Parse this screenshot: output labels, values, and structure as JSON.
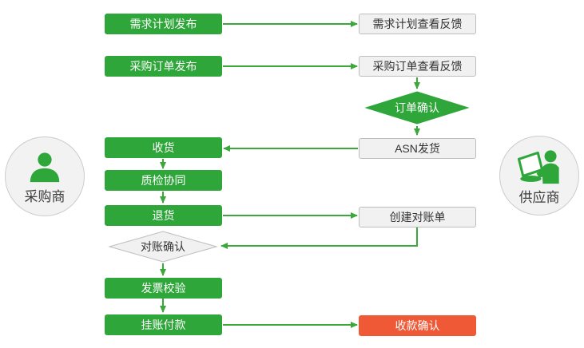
{
  "actors": {
    "buyer": {
      "label": "采购商"
    },
    "supplier": {
      "label": "供应商"
    }
  },
  "nodes": {
    "demand_plan_publish": {
      "label": "需求计划发布",
      "shape": "rect",
      "style": "green"
    },
    "po_publish": {
      "label": "采购订单发布",
      "shape": "rect",
      "style": "green"
    },
    "receive_goods": {
      "label": "收货",
      "shape": "rect",
      "style": "green"
    },
    "quality_inspection": {
      "label": "质检协同",
      "shape": "rect",
      "style": "green"
    },
    "return_goods": {
      "label": "退货",
      "shape": "rect",
      "style": "green"
    },
    "invoice_verify": {
      "label": "发票校验",
      "shape": "rect",
      "style": "green"
    },
    "booked_payment": {
      "label": "挂账付款",
      "shape": "rect",
      "style": "green"
    },
    "demand_plan_feedback": {
      "label": "需求计划查看反馈",
      "shape": "rect",
      "style": "gray"
    },
    "po_feedback": {
      "label": "采购订单查看反馈",
      "shape": "rect",
      "style": "gray"
    },
    "order_confirm": {
      "label": "订单确认",
      "shape": "diamond",
      "style": "green"
    },
    "asn_ship": {
      "label": "ASN发货",
      "shape": "rect",
      "style": "gray"
    },
    "create_statement": {
      "label": "创建对账单",
      "shape": "rect",
      "style": "gray"
    },
    "statement_confirm": {
      "label": "对账确认",
      "shape": "diamond",
      "style": "gray"
    },
    "payment_confirm": {
      "label": "收款确认",
      "shape": "rect",
      "style": "red"
    }
  },
  "colors": {
    "green": "#2ea63a",
    "arrow_green": "#3aa93a",
    "red": "#ef5936",
    "gray_fill": "#f1f1f1",
    "gray_border": "#bdbdbd",
    "text_dark": "#333333",
    "circle_fill": "#f2f2f2",
    "circle_border": "#cccccc"
  }
}
